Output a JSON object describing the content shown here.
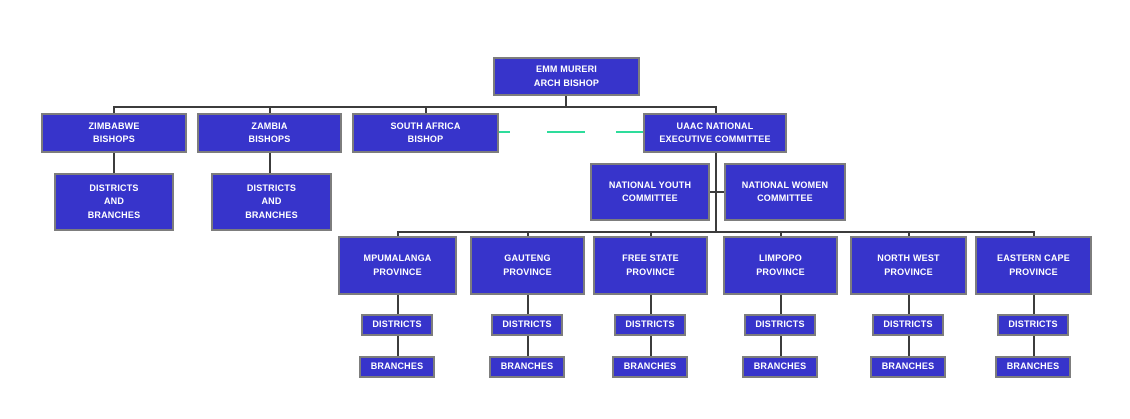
{
  "diagram": {
    "type": "org_chart",
    "colors": {
      "background": "#ffffff",
      "node_fill": "#3734cb",
      "node_border": "#7d7d7d",
      "node_text": "#ffffff",
      "connector": "#3c3c3c",
      "dashed_link": "#2edc9b"
    },
    "nodes": {
      "arch_bishop": "EMM MURERI\nARCH BISHOP",
      "zimbabwe_bishops": "ZIMBABWE\nBISHOPS",
      "zambia_bishops": "ZAMBIA\nBISHOPS",
      "south_africa_bishop": "SOUTH AFRICA\nBISHOP",
      "uaac_nec": "UAAC NATIONAL\nEXECUTIVE COMMITTEE",
      "zimbabwe_districts_branches": "DISTRICTS\nAND\nBRANCHES",
      "zambia_districts_branches": "DISTRICTS\nAND\nBRANCHES",
      "national_youth_committee": "NATIONAL YOUTH\nCOMMITTEE",
      "national_women_committee": "NATIONAL WOMEN\nCOMMITTEE",
      "provinces": [
        {
          "label": "MPUMALANGA\nPROVINCE",
          "districts": "DISTRICTS",
          "branches": "BRANCHES"
        },
        {
          "label": "GAUTENG\nPROVINCE",
          "districts": "DISTRICTS",
          "branches": "BRANCHES"
        },
        {
          "label": "FREE STATE\nPROVINCE",
          "districts": "DISTRICTS",
          "branches": "BRANCHES"
        },
        {
          "label": "LIMPOPO\nPROVINCE",
          "districts": "DISTRICTS",
          "branches": "BRANCHES"
        },
        {
          "label": "NORTH WEST\nPROVINCE",
          "districts": "DISTRICTS",
          "branches": "BRANCHES"
        },
        {
          "label": "EASTERN CAPE\nPROVINCE",
          "districts": "DISTRICTS",
          "branches": "BRANCHES"
        }
      ]
    }
  }
}
